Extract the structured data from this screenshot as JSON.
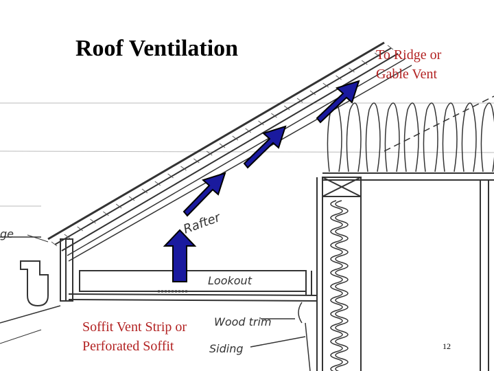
{
  "slide": {
    "title": "Roof Ventilation",
    "page_number": "12"
  },
  "callouts": {
    "ridge_line1": "To Ridge or",
    "ridge_line2": "Gable Vent",
    "soffit_line1": "Soffit Vent Strip or",
    "soffit_line2": "Perforated Soffit"
  },
  "diagram_labels": {
    "rafter": "Rafter",
    "lookout": "Lookout",
    "wood_trim": "Wood trim",
    "siding": "Siding",
    "edge_fragment": "ge"
  },
  "colors": {
    "callout_text": "#b22222",
    "arrow_fill": "#1a1a9e",
    "arrow_stroke": "#000000",
    "line_art": "#333333"
  }
}
